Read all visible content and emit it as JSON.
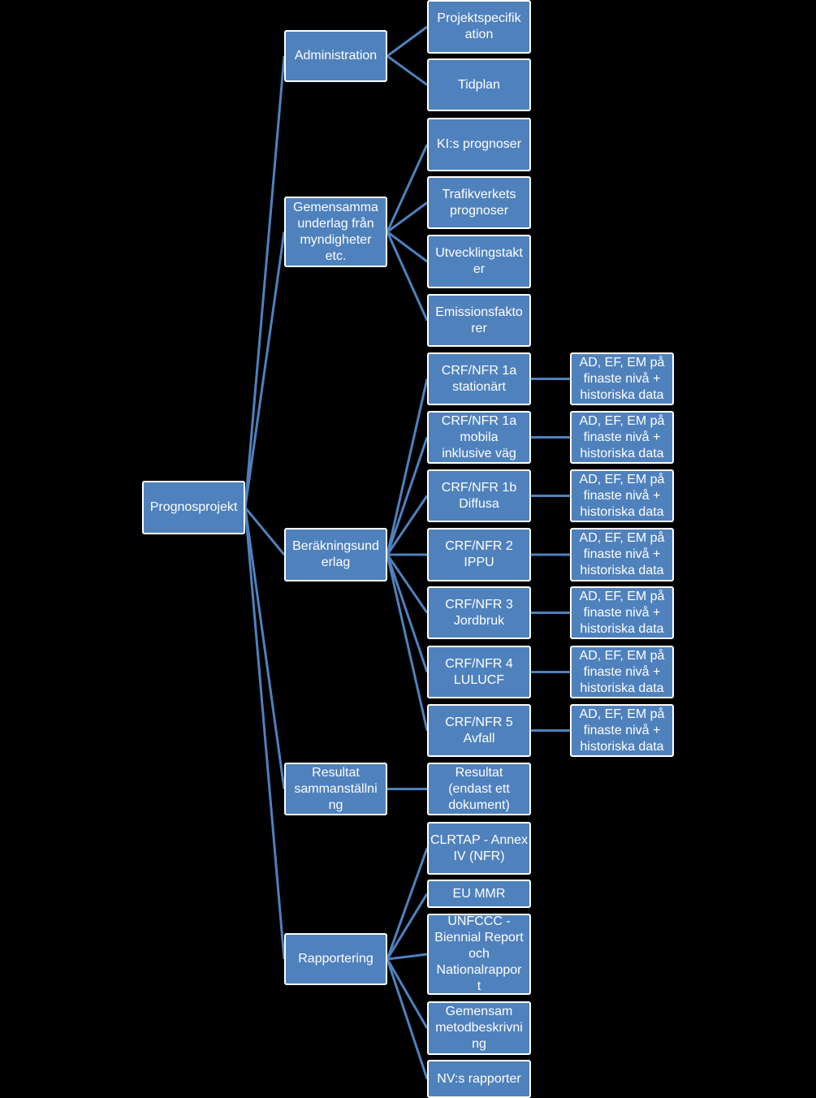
{
  "diagram": {
    "background": "#000000",
    "node_color": "#4f81bd",
    "border_color": "#ffffff",
    "line_color": "#4f81bd",
    "root": {
      "id": "root",
      "label": "Prognosprojekt"
    },
    "branches": [
      {
        "id": "admin",
        "label": "Administration",
        "children": [
          {
            "id": "admin-1",
            "label": "Projektspecifik\nation"
          },
          {
            "id": "admin-2",
            "label": "Tidplan"
          }
        ]
      },
      {
        "id": "gem",
        "label": "Gemensamma\nunderlag från\nmyndigheter\netc.",
        "children": [
          {
            "id": "gem-1",
            "label": "KI:s prognoser"
          },
          {
            "id": "gem-2",
            "label": "Trafikverkets\nprognoser"
          },
          {
            "id": "gem-3",
            "label": "Utvecklingstakt\ner"
          },
          {
            "id": "gem-4",
            "label": "Emissionsfakto\nrer"
          }
        ]
      },
      {
        "id": "ber",
        "label": "Beräkningsund\nerlag",
        "children": [
          {
            "id": "ber-1",
            "label": "CRF/NFR 1a\nstationärt",
            "detail": "AD, EF, EM på\nfinaste nivå +\nhistoriska data"
          },
          {
            "id": "ber-2",
            "label": "CRF/NFR 1a\nmobila\ninklusive väg",
            "detail": "AD, EF, EM på\nfinaste nivå +\nhistoriska data"
          },
          {
            "id": "ber-3",
            "label": "CRF/NFR 1b\nDiffusa",
            "detail": "AD, EF, EM på\nfinaste nivå +\nhistoriska data"
          },
          {
            "id": "ber-4",
            "label": "CRF/NFR 2\nIPPU",
            "detail": "AD, EF, EM på\nfinaste nivå +\nhistoriska data"
          },
          {
            "id": "ber-5",
            "label": "CRF/NFR 3\nJordbruk",
            "detail": "AD, EF, EM på\nfinaste nivå +\nhistoriska data"
          },
          {
            "id": "ber-6",
            "label": "CRF/NFR 4\nLULUCF",
            "detail": "AD, EF, EM på\nfinaste nivå +\nhistoriska data"
          },
          {
            "id": "ber-7",
            "label": "CRF/NFR 5\nAvfall",
            "detail": "AD, EF, EM på\nfinaste nivå +\nhistoriska data"
          }
        ]
      },
      {
        "id": "res",
        "label": "Resultat\nsammanställni\nng",
        "children": [
          {
            "id": "res-1",
            "label": "Resultat\n(endast ett\ndokument)"
          }
        ]
      },
      {
        "id": "rap",
        "label": "Rapportering",
        "children": [
          {
            "id": "rap-1",
            "label": "CLRTAP - Annex\nIV (NFR)"
          },
          {
            "id": "rap-2",
            "label": "EU MMR"
          },
          {
            "id": "rap-3",
            "label": "UNFCCC -\nBiennial Report\noch\nNationalrappor\nt"
          },
          {
            "id": "rap-4",
            "label": "Gemensam\nmetodbeskrivni\nng"
          },
          {
            "id": "rap-5",
            "label": "NV:s rapporter"
          }
        ]
      }
    ]
  }
}
